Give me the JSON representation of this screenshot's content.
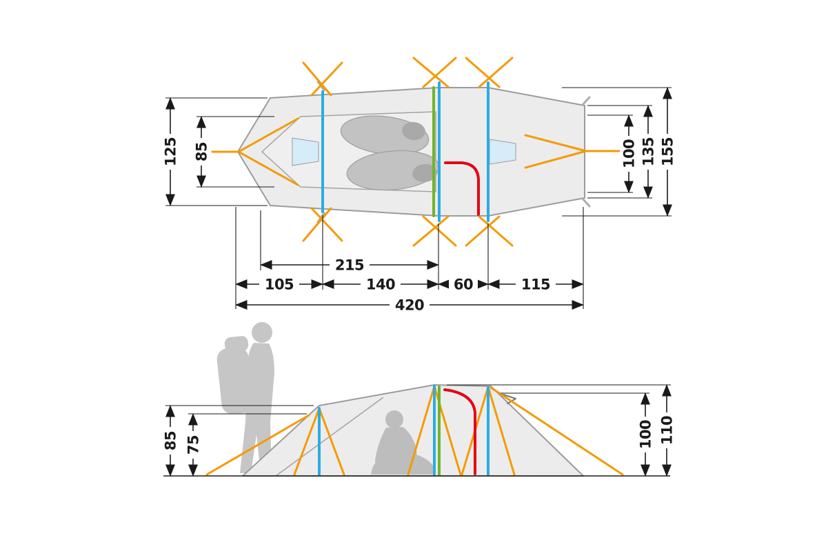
{
  "diagram_type": "tent dimension diagram (floor plan and side elevation)",
  "colors": {
    "background": "#ffffff",
    "tent_fill": "#ececec",
    "tent_outline": "#9b9b9b",
    "dimension_lines": "#1a1a1a",
    "guy_lines_orange": "#f59a00",
    "poles_blue": "#2bace2",
    "pole_green": "#6fb52c",
    "zipper_red": "#e30613",
    "silhouette_gray": "#c6c6c6",
    "vent_blue": "#d6ecf8"
  },
  "top_view": {
    "name": "floor plan (top view)",
    "width_left_outer": "125",
    "width_left_inner": "85",
    "width_right_inner": "100",
    "width_right_mid": "135",
    "width_right_outer": "155",
    "length_inner": "215",
    "length_front": "105",
    "length_sleeping": "140",
    "length_vestibule": "60",
    "length_rear": "115",
    "length_total": "420"
  },
  "side_view": {
    "name": "side elevation",
    "height_left_outer": "85",
    "height_left_inner": "75",
    "height_right_inner": "100",
    "height_right_outer": "110"
  }
}
